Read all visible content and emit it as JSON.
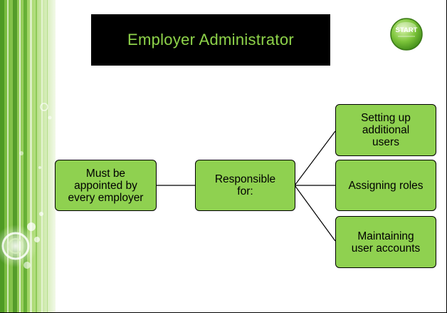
{
  "slide": {
    "title": "Employer Administrator",
    "start_button_label": "START"
  },
  "diagram": {
    "root": {
      "label": "Must be\nappointed by\nevery employer"
    },
    "middle": {
      "label": "Responsible\nfor:"
    },
    "leaves": [
      {
        "label": "Setting up\nadditional\nusers"
      },
      {
        "label": "Assigning roles"
      },
      {
        "label": "Maintaining\nuser accounts"
      }
    ]
  },
  "colors": {
    "node_fill": "#8fd150",
    "title_background": "#000000",
    "title_text": "#8ed34a",
    "sidebar_green": "#7ac143"
  }
}
